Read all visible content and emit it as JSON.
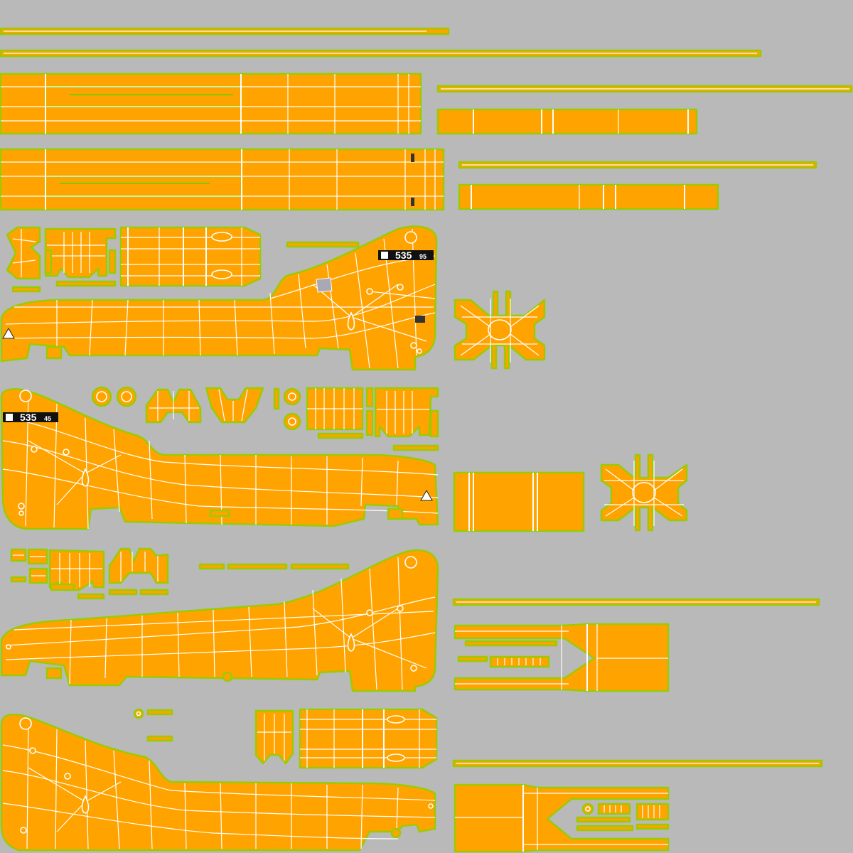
{
  "canvas": {
    "background": "#b9b9b9"
  },
  "palette": {
    "island_fill": "#ffa300",
    "island_outline": "#99cc00",
    "wireframe": "#ffffff",
    "seam_line": "#44dd00",
    "decal_background": "#111111"
  },
  "decals": {
    "model_number_a": "535",
    "model_suffix_a": "95",
    "model_number_b": "535",
    "model_suffix_b": "45"
  },
  "icons": [
    "warning-triangle-icon",
    "hole-ring-icon"
  ]
}
